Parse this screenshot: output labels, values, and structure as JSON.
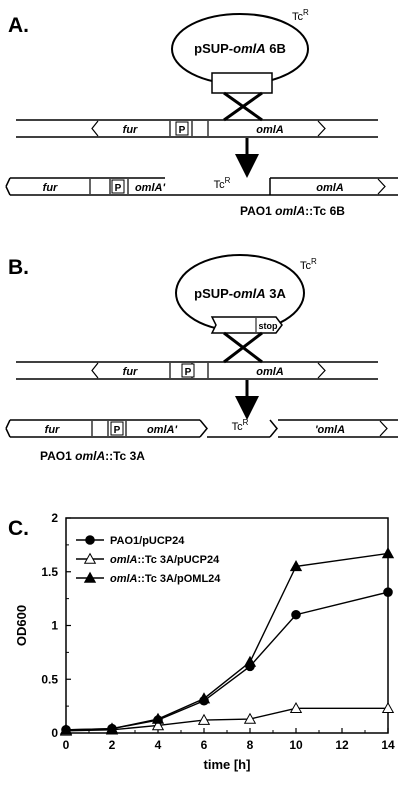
{
  "panels": {
    "a": {
      "letter": "A.",
      "plasmid_prefix": "pSUP-",
      "plasmid_gene": "omlA",
      "plasmid_suffix": " 6B",
      "tc_resistance": "Tc",
      "tc_sup": "R",
      "genes_top": [
        "fur",
        "P",
        "omlA"
      ],
      "genes_bottom": [
        "fur",
        "P",
        "omlA'",
        "omlA"
      ],
      "strain_prefix": "PAO1 ",
      "strain_gene": "omlA",
      "strain_suffix": "::Tc 6B"
    },
    "b": {
      "letter": "B.",
      "plasmid_prefix": "pSUP-",
      "plasmid_gene": "omlA",
      "plasmid_suffix": " 3A",
      "stop_label": "stop",
      "tc_resistance": "Tc",
      "tc_sup": "R",
      "genes_top": [
        "fur",
        "P",
        "omlA"
      ],
      "genes_bottom": [
        "fur",
        "P",
        "omlA'",
        "'omlA"
      ],
      "strain_prefix": "PAO1 ",
      "strain_gene": "omlA",
      "strain_suffix": "::Tc 3A"
    },
    "c": {
      "letter": "C."
    }
  },
  "chart_data": {
    "type": "line",
    "xlabel": "time [h]",
    "ylabel": "OD600",
    "xlim": [
      0,
      14
    ],
    "ylim": [
      0,
      2
    ],
    "xticks": [
      "0",
      "2",
      "4",
      "6",
      "8",
      "10",
      "12",
      "14"
    ],
    "yticks": [
      "0",
      "0.5",
      "1",
      "1.5",
      "2"
    ],
    "x": [
      0,
      2,
      4,
      6,
      8,
      10,
      14
    ],
    "grid": false,
    "legend_position": "top-left",
    "series": [
      {
        "name_prefix": "PAO1/pUCP24",
        "name_italic": "",
        "name_suffix": "",
        "marker": "filled-circle",
        "values": [
          0.03,
          0.04,
          0.12,
          0.3,
          0.62,
          1.1,
          1.31
        ]
      },
      {
        "name_prefix": "",
        "name_italic": "omlA",
        "name_suffix": "::Tc 3A/pUCP24",
        "marker": "open-triangle",
        "values": [
          0.02,
          0.03,
          0.07,
          0.12,
          0.13,
          0.23,
          0.23
        ]
      },
      {
        "name_prefix": "",
        "name_italic": "omlA",
        "name_suffix": "::Tc 3A/pOML24",
        "marker": "filled-triangle",
        "values": [
          0.03,
          0.04,
          0.13,
          0.32,
          0.66,
          1.55,
          1.67
        ]
      }
    ]
  }
}
